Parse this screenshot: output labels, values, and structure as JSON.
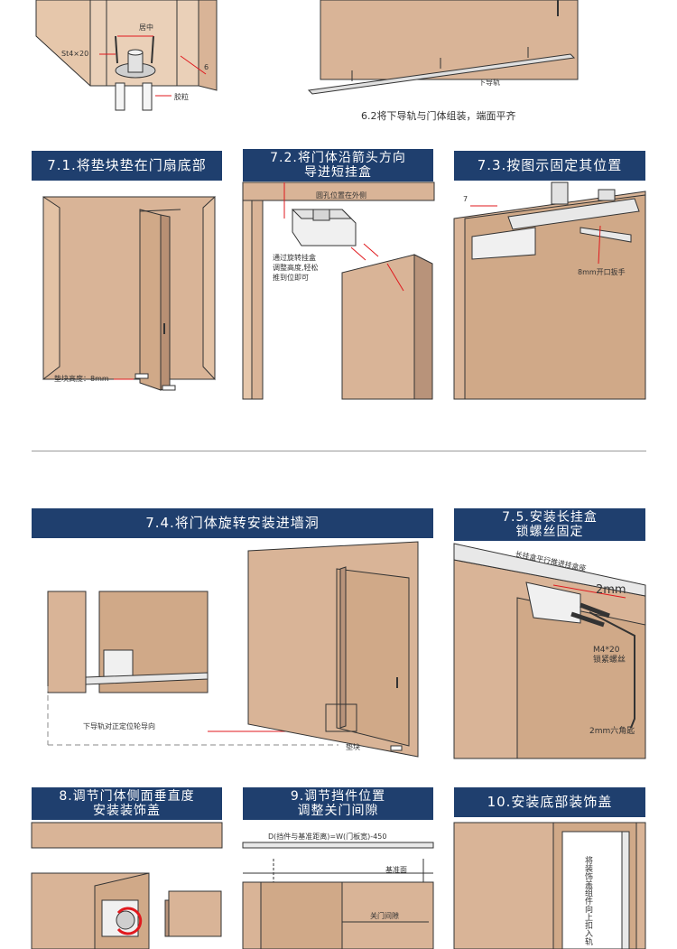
{
  "top": {
    "label_center": "居中",
    "label_screw": "St4×20",
    "label_six": "6",
    "label_plug": "胶粒",
    "label_lower_rail": "下导轨",
    "caption_6_2": "6.2将下导轨与门体组装，端面平齐"
  },
  "step_7_1": {
    "title": "7.1.将垫块垫在门扇底部",
    "label_pad": "垫块高度：8mm"
  },
  "step_7_2": {
    "title_line1": "7.2.将门体沿箭头方向",
    "title_line2": "导进短挂盒",
    "label_hole": "圆孔位置在外侧",
    "label_rotate": "通过旋转挂盒\n调整高度,轻松\n推到位即可"
  },
  "step_7_3": {
    "title": "7.3.按图示固定其位置",
    "label_seven": "7",
    "label_wrench": "8mm开口扳手"
  },
  "step_7_4": {
    "title": "7.4.将门体旋转安装进墙洞",
    "label_rail_align": "下导轨对正定位轮导向",
    "label_block": "垫块"
  },
  "step_7_5": {
    "title_line1": "7.5.安装长挂盒",
    "title_line2": "锁螺丝固定",
    "label_push": "长挂盒平行推进挂盒座",
    "label_2mm": "2mm",
    "label_screw": "M4*20\n锁紧螺丝",
    "label_hex": "2mm六角匙"
  },
  "step_8": {
    "title_line1": "8.调节门体侧面垂直度",
    "title_line2": "安装装饰盖"
  },
  "step_9": {
    "title_line1": "9.调节挡件位置",
    "title_line2": "调整关门间隙",
    "label_formula": "D(挡件与基准距离)=W(门板宽)-450",
    "label_base": "基准面",
    "label_gap": "关门间隙"
  },
  "step_10": {
    "title": "10.安装底部装饰盖",
    "label_vertical": "将装饰盖组件向上扣入轨"
  },
  "colors": {
    "banner": "#1f3f6e",
    "door": "#d9b497",
    "door_dark": "#c79f7e",
    "outline": "#333333",
    "red": "#e0191e"
  }
}
